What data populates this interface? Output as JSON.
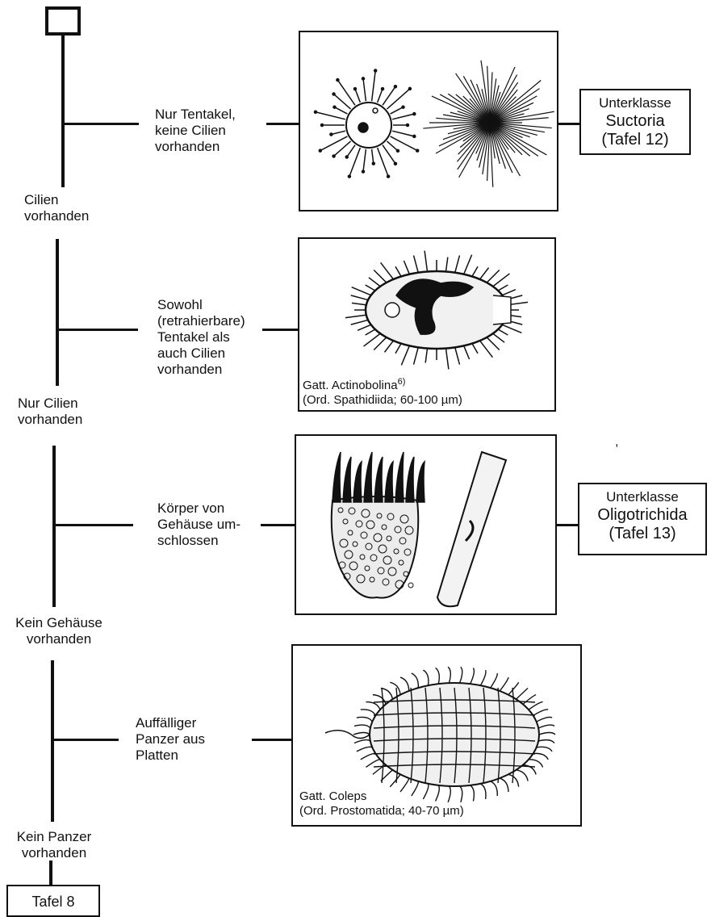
{
  "nodes": {
    "cilia_present": {
      "line1": "Cilien",
      "line2": "vorhanden"
    },
    "only_cilia": {
      "line1": "Nur  Cilien",
      "line2": "vorhanden"
    },
    "no_lorica": {
      "line1": "Kein Gehäuse",
      "line2": "vorhanden"
    },
    "no_armor": {
      "line1": "Kein Panzer",
      "line2": "vorhanden"
    }
  },
  "branches": {
    "tentacles_only": {
      "line1": "Nur Tentakel,",
      "line2": "keine Cilien",
      "line3": "vorhanden"
    },
    "tentacles_and_cilia": {
      "line1": "Sowohl",
      "line2": "(retrahierbare)",
      "line3": "Tentakel als",
      "line4": "auch Cilien",
      "line5": "vorhanden"
    },
    "body_enclosed": {
      "line1": "Körper von",
      "line2": "Gehäuse um-",
      "line3": "schlossen"
    },
    "armor_plates": {
      "line1": "Auffälliger",
      "line2": "Panzer aus",
      "line3": "Platten"
    }
  },
  "results": {
    "suctoria": {
      "line1": "Unterklasse",
      "line2": "Suctoria",
      "line3": "(Tafel 12)"
    },
    "oligotrichida": {
      "line1": "Unterklasse",
      "line2": "Oligotrichida",
      "line3": "(Tafel  13)"
    },
    "tafel8": {
      "label": "Tafel 8"
    }
  },
  "captions": {
    "actinobolina": {
      "genus": "Gatt. Actinobolina",
      "footnote": "6)",
      "order": "(Ord. Spathidiida; 60-100 µm)"
    },
    "coleps": {
      "genus": "Gatt. Coleps",
      "order": "(Ord. Prostomatida; 40-70 µm)"
    }
  },
  "stray_marks": {
    "mark1": ","
  }
}
